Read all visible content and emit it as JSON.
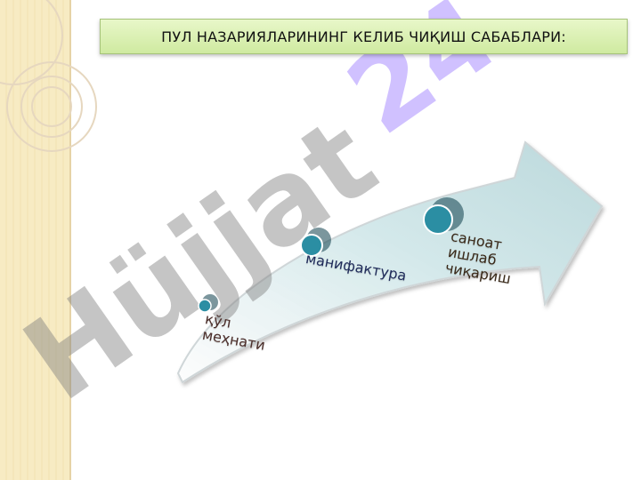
{
  "title": "ПУЛ НАЗАРИЯЛАРИНИНГ КЕЛИБ ЧИҚИШ САБАБЛАРИ:",
  "steps": [
    {
      "label": "қўл\nмеҳнати"
    },
    {
      "label": "манифактура"
    },
    {
      "label": "саноат\nишлаб\nчиқариш"
    }
  ],
  "watermark": "Hüjjat 24",
  "colors": {
    "title_bg": "#cfeaa0",
    "arrow": "#c9e3e5",
    "dot": "#2b8ea3",
    "watermark_gray": "#7f7f7f",
    "watermark_purple": "#c8b6ff"
  }
}
